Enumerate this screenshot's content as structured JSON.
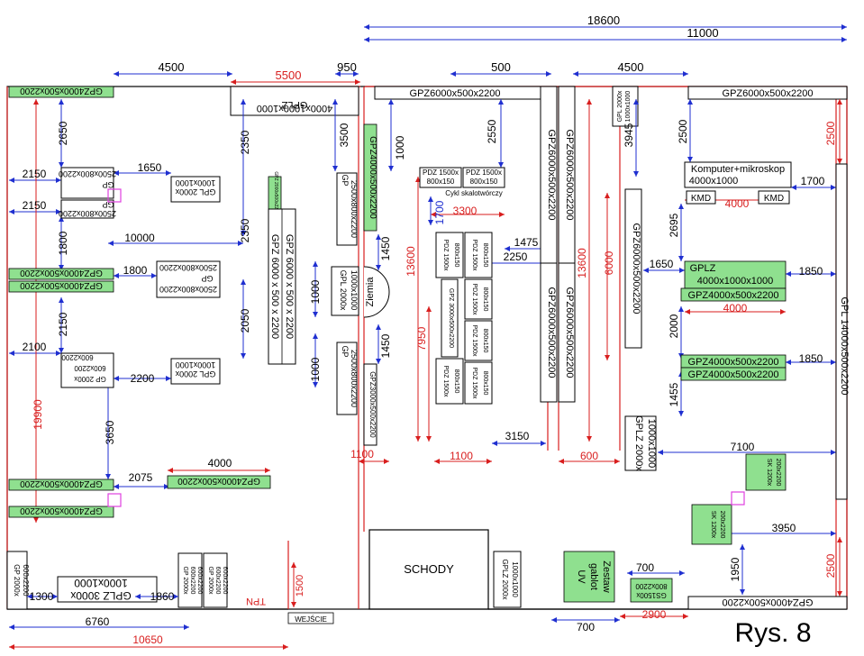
{
  "figure_label": "Rys. 8",
  "colors": {
    "dimension_blue": "#1f2fd0",
    "dimension_red": "#d81e1e",
    "furniture_green": "#8fe08f",
    "marker_magenta": "#e040e0",
    "outline": "#000000"
  },
  "dimensions": {
    "top_18600": "18600",
    "top_11000": "11000",
    "top_4500_left": "4500",
    "top_5500": "5500",
    "top_950": "950",
    "top_500": "500",
    "top_4500_right": "4500",
    "left_2650": "2650",
    "left_2150_a": "2150",
    "left_2150_b": "2150",
    "left_1800": "1800",
    "left_2150_c": "2150",
    "left_2100": "2100",
    "left_19900": "19900",
    "left_3650": "3650",
    "mid_1650": "1650",
    "mid_10000": "10000",
    "mid_1800": "1800",
    "mid_2200": "2200",
    "mid_2075": "2075",
    "mid_4000": "4000",
    "col_2350_a": "2350",
    "col_2350_b": "2350",
    "col_2050": "2050",
    "col_3500": "3500",
    "col_1000_a": "1000",
    "col_1000_b": "1000",
    "col_1450_a": "1450",
    "col_1450_b": "1450",
    "col_1000_c": "1000",
    "col_13600_a": "13600",
    "col_7950": "7950",
    "col_1700": "1700",
    "col_3300": "3300",
    "col_2550": "2550",
    "col_1475": "1475",
    "col_2250": "2250",
    "col_3150": "3150",
    "col_600": "600",
    "col_1100_a": "1100",
    "col_1100_b": "1100",
    "col_13600_b": "13600",
    "col_6000": "6000",
    "col_3945": "3945",
    "col_2500_a": "2500",
    "col_2695": "2695",
    "col_1650_r": "1650",
    "col_2000": "2000",
    "col_1455": "1455",
    "right_4000_a": "4000",
    "right_4000_b": "4000",
    "right_1700": "1700",
    "right_1850_a": "1850",
    "right_1850_b": "1850",
    "right_2500_top": "2500",
    "right_7100": "7100",
    "right_3950": "3950",
    "right_1950": "1950",
    "right_2500_bot": "2500",
    "bot_1300": "1300",
    "bot_1860": "1860",
    "bot_6760": "6760",
    "bot_10650": "10650",
    "bot_1500": "1500",
    "bot_700_a": "700",
    "bot_700_b": "700",
    "bot_2900": "2900"
  },
  "labels": {
    "gpz_tl": "GPZ4000x500x2200",
    "gplz_top": "GPLZ",
    "gplz_top_size": "4000x1000x1000",
    "gpz6000_top": "GPZ6000x500x2200",
    "gpl_2000_small": "GPL 2000x",
    "gpl_2000_small_size": "1000x1000",
    "gpz6000_right_top": "GPZ6000x500x2200",
    "gp_a_title": "GP",
    "gp_a_size": "2500x800x2200",
    "gp_b_title": "GP",
    "gp_b_size": "2500x800x2200",
    "gpl_a_title": "GPL 2000x",
    "gpl_a_size": "1000x1000",
    "gpz_left_1": "GPZ4000x500x2200",
    "gpz_left_2": "GPZ4000x500x2200",
    "gp_c_size": "2500x800x2200",
    "gp_c_title": "GP",
    "gp_c_size2": "2500x800x2200",
    "gp_small_title": "GP 2000x",
    "gp_small_size1": "600x2200",
    "gp_small_size2": "600x2200",
    "gpl_b_title": "GPL 2000x",
    "gpl_b_size": "1000x1000",
    "gpz_left_3": "GPZ4000x500x2200",
    "gpz_mid_bottom": "GPZ4000x500x2200",
    "gpz_left_4": "GPZ4000x500x2200",
    "gpz_small_green": "GPZ 2000x500x2200",
    "gpz_6000_vert": "GPZ 6000 x 500 x 2200",
    "gpz_6000_vert_2": "GPZ 6000 x 500 x 2200",
    "gp_vert_1": "GP",
    "gp_vert_1_size": "2500x800x2200",
    "gpl_vert": "GPL 2000x",
    "gpl_vert_size": "1000x1000",
    "ziemia": "Ziemia",
    "gp_vert_2": "GP",
    "gp_vert_2_size": "2500x800x2200",
    "gpz_green_vert": "GPZ4000x500x2200",
    "gpz3000_vert": "GPZ3000x500x2200",
    "pdz_1": "PDZ 1500x",
    "pdz_1_size": "800x150",
    "pdz_2": "PDZ 1500x",
    "pdz_2_size": "800x150",
    "cykl": "Cykl skalotwórczy",
    "pdz_v1": "PDZ 1500x",
    "pdz_v1_size": "800x150",
    "gpz_3000_inner": "GPZ 3000x500x2200",
    "pdz_v2": "PDZ 1500x",
    "pdz_v2_size": "800x150",
    "pdz_v3": "PDZ 1500x",
    "pdz_v3_size": "800x150",
    "pdz_v4": "PDZ 1500x",
    "pdz_v4_size": "800x150",
    "pdz_v5": "PDZ 1500x",
    "pdz_v5_size": "800x150",
    "pdz_v6": "PDZ 1500x",
    "pdz_v6_size": "800x150",
    "gpz6000_col1_top": "GPZ6000x500x2200",
    "gpz6000_col2_top": "GPZ6000x500x2200",
    "gpz6000_col1_bot": "GPZ6000x500x2200",
    "gpz6000_col2_bot": "GPZ6000x500x2200",
    "gpz6000_right_col": "GPZ6000x500x2200",
    "gplz_vert": "GPLZ 2000x",
    "gplz_vert_size": "1000x1000",
    "komputer": "Komputer+mikroskop",
    "komputer_size": "4000x1000",
    "kmd_1": "KMD",
    "kmd_2": "KMD",
    "gplz_green": "GPLZ",
    "gplz_green_size": "4000x1000x1000",
    "gpz_green_r1": "GPZ4000x500x2200",
    "gpz_green_r2": "GPZ4000x500x2200",
    "gpz_green_r3": "GPZ4000x500x2200",
    "gpl_14000": "GPL 14000x500x2200",
    "sk_1": "SK 1200x",
    "sk_1_size": "200x2200",
    "sk_2": "SK 1200x",
    "sk_2_size": "200x2200",
    "gpz_bottom_right": "GPZ4000x500x2200",
    "schody": "SCHODY",
    "gplz_stairs": "GPLZ 2000x",
    "gplz_stairs_size": "1000x1000",
    "zestaw": "Zestaw",
    "gablot": "gablot",
    "uv": "UV",
    "gs_label": "GS1500x",
    "gs_size": "800x2200",
    "gp_bot_left": "GP 2000x",
    "gp_bot_left_size": "600x2200",
    "gplz_bot": "GPLZ 3000x",
    "gplz_bot_size": "1000x1000",
    "gp_bot_2": "GP 2000x",
    "gp_bot_2_size1": "600x2200",
    "gp_bot_2_size2": "600x2200",
    "gp_bot_3": "GP 2000x",
    "gp_bot_3_size1": "600x2200",
    "gp_bot_3_size2": "600x2200",
    "tpn": "TPN",
    "wejscie": "WEJŚCIE"
  }
}
